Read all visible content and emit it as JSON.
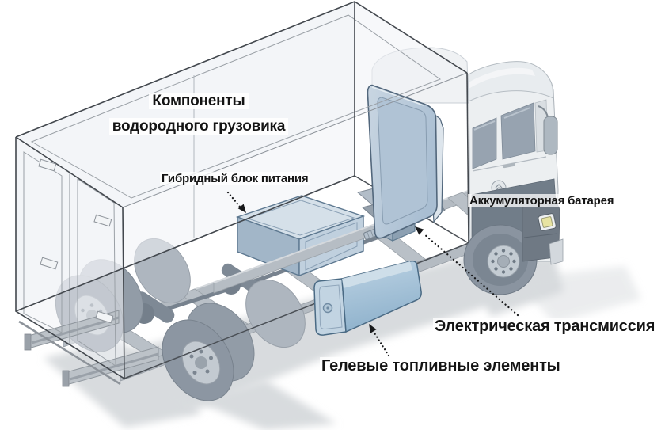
{
  "diagram": {
    "title_line1": "Компоненты",
    "title_line2": "водородного грузовика",
    "component_labels": {
      "hybrid_power_unit": "Гибридный блок питания",
      "battery": "Аккумуляторная батарея",
      "electric_transmission": "Электрическая трансмиссия",
      "gel_fuel_cells": "Гелевые топливные элементы"
    },
    "colors": {
      "component_blue": "#aec3d7",
      "component_blue_dark": "#8fb2cc",
      "truck_gray": "#eceff1",
      "window_gray": "#97a3b0",
      "outline_dark": "#43484e",
      "shadow": "#d8dbde",
      "label_text": "#141414",
      "indicator_yellow": "#e7e3a1"
    }
  }
}
